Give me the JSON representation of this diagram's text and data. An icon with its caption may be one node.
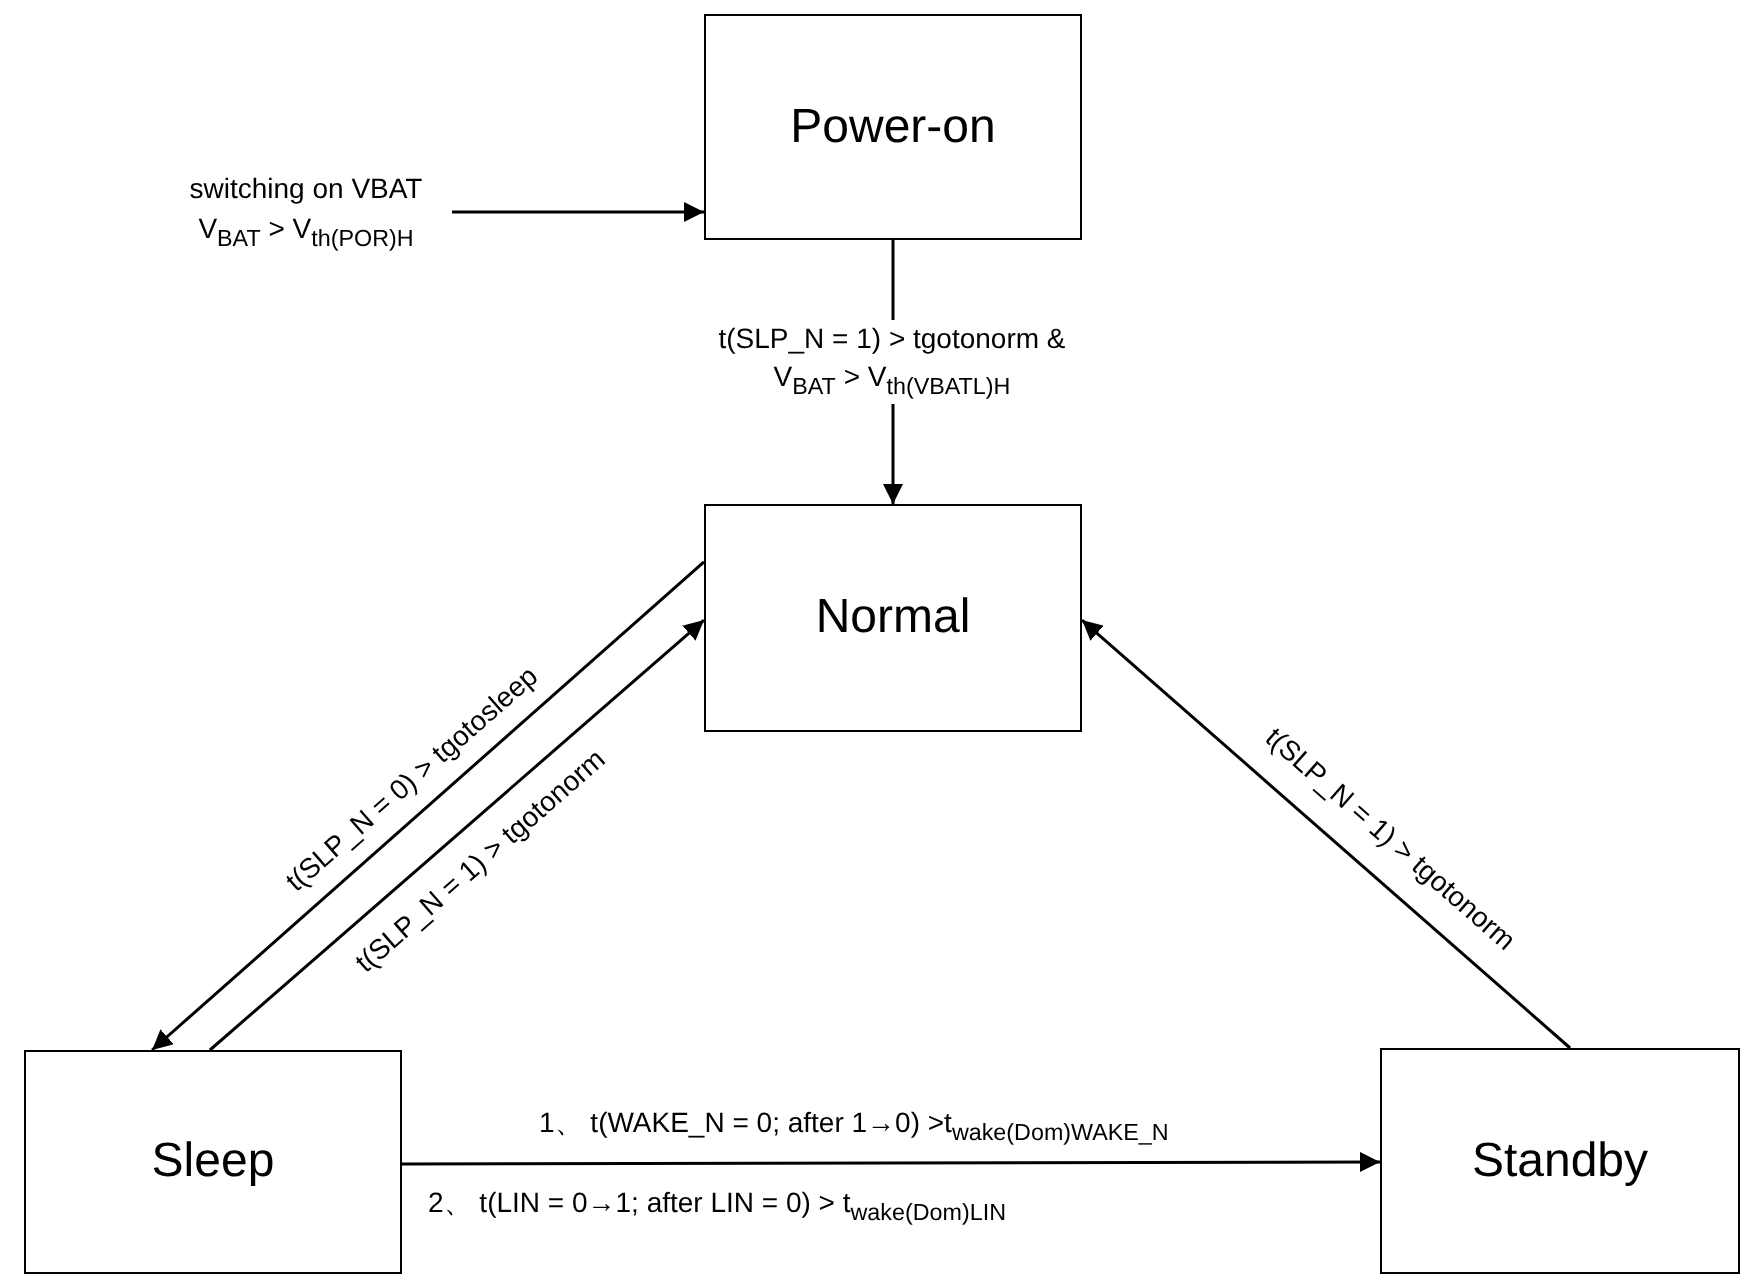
{
  "diagram": {
    "nodes": [
      {
        "text": [
          "switching on VBAT",
          "V$_{BAT}$ > V$_{th(POR)H}$"
        ]
      },
      {
        "text": [
          "Power-on"
        ]
      },
      {
        "text": [
          "Normal"
        ]
      },
      {
        "text": [
          "Sleep"
        ]
      },
      {
        "text": [
          "Standby"
        ]
      }
    ],
    "edges": [
      {
        "from": 0,
        "to": 1,
        "arrow": "to"
      },
      {
        "from": 1,
        "to": 2,
        "arrow": "to",
        "label": "t(SLP_N = 1) > tgotonorm & V$_{BAT}$ > V$_{th(VBATL)H}$"
      },
      {
        "from": 2,
        "to": 3,
        "arrow": "to",
        "label": "t(SLP_N = 0) > tgotosleep"
      },
      {
        "from": 3,
        "to": 2,
        "arrow": "to",
        "label": "t(SLP_N = 1) > tgotonorm"
      },
      {
        "from": 4,
        "to": 2,
        "arrow": "to",
        "label": "t(SLP_N = 1) > tgotonorm"
      },
      {
        "from": 3,
        "to": 4,
        "arrow": "to",
        "label": "1、 t(WAKE_N = 0; after 1→0) >t$_{wake(Dom)WAKE_N}$"
      }
    ],
    "labels": [
      "2、  t(LIN = 0→1; after LIN = 0) > t$_{wake(Dom)LIN}$"
    ]
  }
}
